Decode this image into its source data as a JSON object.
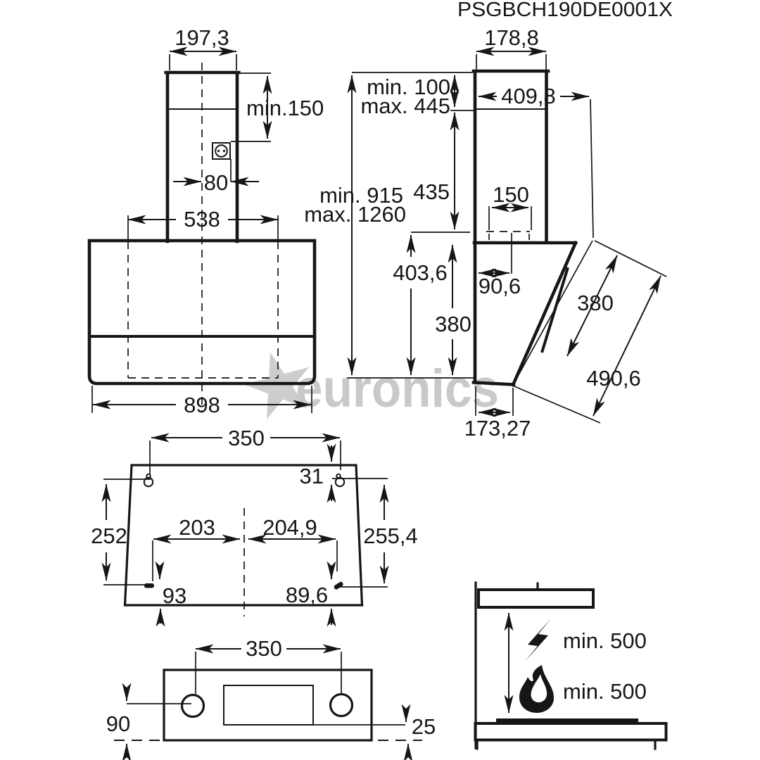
{
  "product_code": "PSGBCH190DE0001X",
  "watermark": {
    "text": "euronics",
    "star_icon": "star-icon",
    "color": "#c9c9c9"
  },
  "colors": {
    "line": "#161616",
    "background": "#ffffff"
  },
  "front_view": {
    "chimney_width": "197,3",
    "chimney_min_extension": "min.150",
    "socket_offset": "80",
    "duct_zone_width": "538",
    "body_width": "898",
    "total_height_min": "min. 915",
    "total_height_max": "max. 1260",
    "socket_icon": "power-socket-icon"
  },
  "side_view": {
    "chimney_depth": "178,8",
    "upper_section_min": "min. 100",
    "upper_section_max": "max. 445",
    "chimney_height": "435",
    "total_depth": "409,8",
    "duct_diameter": "150",
    "duct_offset": "90,6",
    "body_height": "403,6",
    "rear_height": "380",
    "glass_length": "380",
    "front_length": "490,6",
    "bottom_depth": "173,27"
  },
  "template_view": {
    "top_holes_spacing": "350",
    "top_hole_offset": "31",
    "left_span": "252",
    "right_span": "255,4",
    "left_hole_from_center": "203",
    "right_hole_from_center": "204,9",
    "bottom_left_offset": "93",
    "bottom_right_offset": "89,6"
  },
  "bracket_view": {
    "holes_spacing": "350",
    "left_drop": "90",
    "right_drop": "25"
  },
  "clearance_view": {
    "electric_hob_clearance": "min. 500",
    "gas_hob_clearance": "min. 500",
    "electric_icon": "lightning-bolt-icon",
    "gas_icon": "flame-icon"
  }
}
